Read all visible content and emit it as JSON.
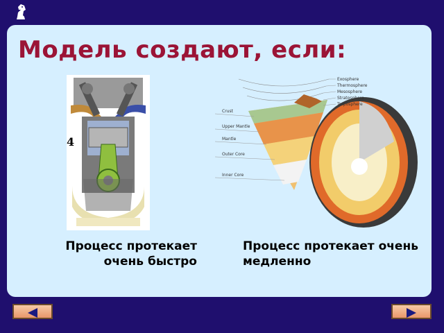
{
  "slide": {
    "title": "Модель создают, если:",
    "left_caption": "Процесс протекает очень быстро",
    "right_caption": "Процесс протекает очень медленно"
  },
  "engine_image": {
    "label": "4"
  },
  "earth_image": {
    "atmosphere_layers": [
      "Exosphere",
      "Thermosphere",
      "Mesosphere",
      "Stratosphere",
      "Troposphere"
    ],
    "interior_layers": [
      "Crust",
      "Upper Mantle",
      "Mantle",
      "Outer Core",
      "Inner Core"
    ]
  },
  "navigation": {
    "prev_icon": "arrow-left-icon",
    "next_icon": "arrow-right-icon"
  },
  "colors": {
    "background": "#1f0f6e",
    "panel": "#d6efff",
    "title": "#9b1436",
    "button": "#f0aa80"
  }
}
